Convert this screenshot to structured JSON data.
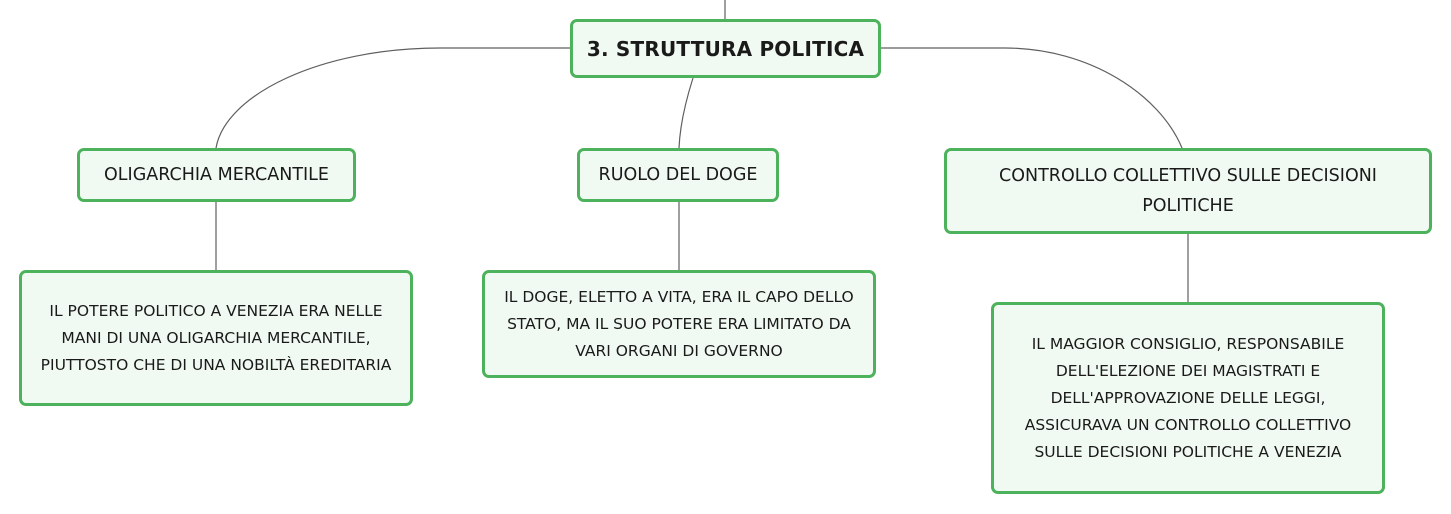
{
  "mindmap": {
    "root": {
      "label": "3. STRUTTURA POLITICA"
    },
    "branches": [
      {
        "label": "OLIGARCHIA MERCANTILE",
        "detail": "IL POTERE POLITICO A VENEZIA ERA NELLE MANI DI UNA OLIGARCHIA MERCANTILE, PIUTTOSTO CHE DI UNA NOBILTÀ EREDITARIA"
      },
      {
        "label": "RUOLO DEL DOGE",
        "detail": "IL DOGE, ELETTO A VITA, ERA IL CAPO DELLO STATO, MA IL SUO POTERE ERA LIMITATO DA VARI ORGANI DI GOVERNO"
      },
      {
        "label": "CONTROLLO COLLETTIVO SULLE DECISIONI POLITICHE",
        "detail": "IL MAGGIOR CONSIGLIO, RESPONSABILE DELL'ELEZIONE DEI MAGISTRATI E DELL'APPROVAZIONE DELLE LEGGI, ASSICURAVA UN CONTROLLO COLLETTIVO SULLE DECISIONI POLITICHE A VENEZIA"
      }
    ],
    "colors": {
      "node_border": "#4db25c",
      "node_fill": "#f1faf2",
      "connector": "#5f5f5f",
      "text": "#1a1a1a"
    }
  }
}
